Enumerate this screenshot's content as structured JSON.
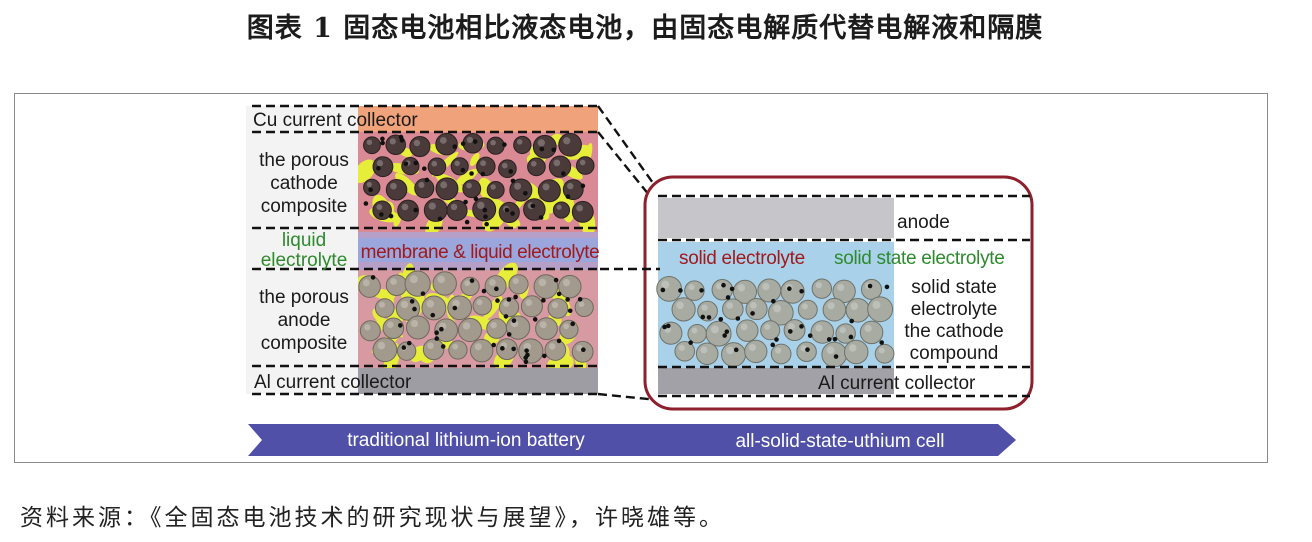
{
  "title": "图表 1  固态电池相比液态电池，由固态电解质代替电解液和隔膜",
  "left": {
    "cu_collector": "Cu current collector",
    "cathode_lines": [
      "the porous",
      "cathode",
      "composite"
    ],
    "liquid_lines": [
      "liquid",
      "electrolyte"
    ],
    "membrane": "membrane & liquid electrolyte",
    "anode_lines": [
      "the porous",
      "anode",
      "composite"
    ],
    "al_collector": "Al current collector"
  },
  "right": {
    "anode": "anode",
    "solid_electrolyte": "solid electrolyte",
    "solid_state_electrolyte": "solid state electrolyte",
    "cathode_lines": [
      "solid state",
      "electrolyte",
      "the cathode",
      "compound"
    ],
    "al_collector": "Al current collector"
  },
  "arrow": {
    "left_label": "traditional lithium-ion battery",
    "right_label": "all-solid-state-uthium cell"
  },
  "colors": {
    "copper": "#f0a27a",
    "cathode_bg": "#d98a94",
    "membrane_band": "#9aa6dc",
    "anode_bg": "#d79aa3",
    "gray_layer": "#9e9da3",
    "solid_bg": "#a9d2ea",
    "frame_red": "#8e1f2c",
    "arrow": "#5050a8",
    "label_red": "#a0191c",
    "label_green": "#2d8a2d"
  },
  "source": "资料来源：《全固态电池技术的研究现状与展望》，许晓雄等。"
}
